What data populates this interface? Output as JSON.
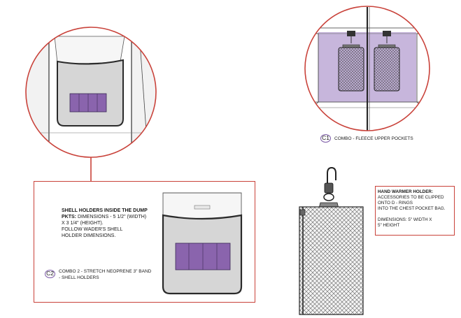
{
  "labels": {
    "c1_badge": "C1",
    "c1_caption": "COMBO - FLEECE UPPER POCKETS",
    "c2_badge": "C2",
    "c2_caption_line1": "COMBO 2 - STRETCH NEOPRENE 3\" BAND",
    "c2_caption_line2": "- SHELL HOLDERS",
    "shell_title_line1": "SHELL HOLDERS INSIDE THE DUMP",
    "shell_title_line2_bold": "PKTS:",
    "shell_title_line2_rest": " DIMENSIONS - 5 1/2\" (WIDTH)",
    "shell_line3": "X 3 1/4\" (HEIGHT).",
    "shell_line4": "FOLLOW WADER'S SHELL",
    "shell_line5": "HOLDER DIMENSIONS.",
    "hand_title": "HAND WARMER HOLDER:",
    "hand_line1": "ACCESSORIES TO BE CLIPPED",
    "hand_line2": "ONTO D - RINGS",
    "hand_line3": "INTO THE CHEST POCKET BAG.",
    "hand_line4": "DIMENSIONS: 5\" WIDTH X",
    "hand_line5": "5\" HEIGHT"
  },
  "colors": {
    "accent_red": "#c9423a",
    "neoprene_purple": "#8a64ad",
    "fleece_lavender": "#c7b6dc",
    "pocket_gray": "#d6d6d6",
    "badge_purple": "#7d5ca8"
  }
}
